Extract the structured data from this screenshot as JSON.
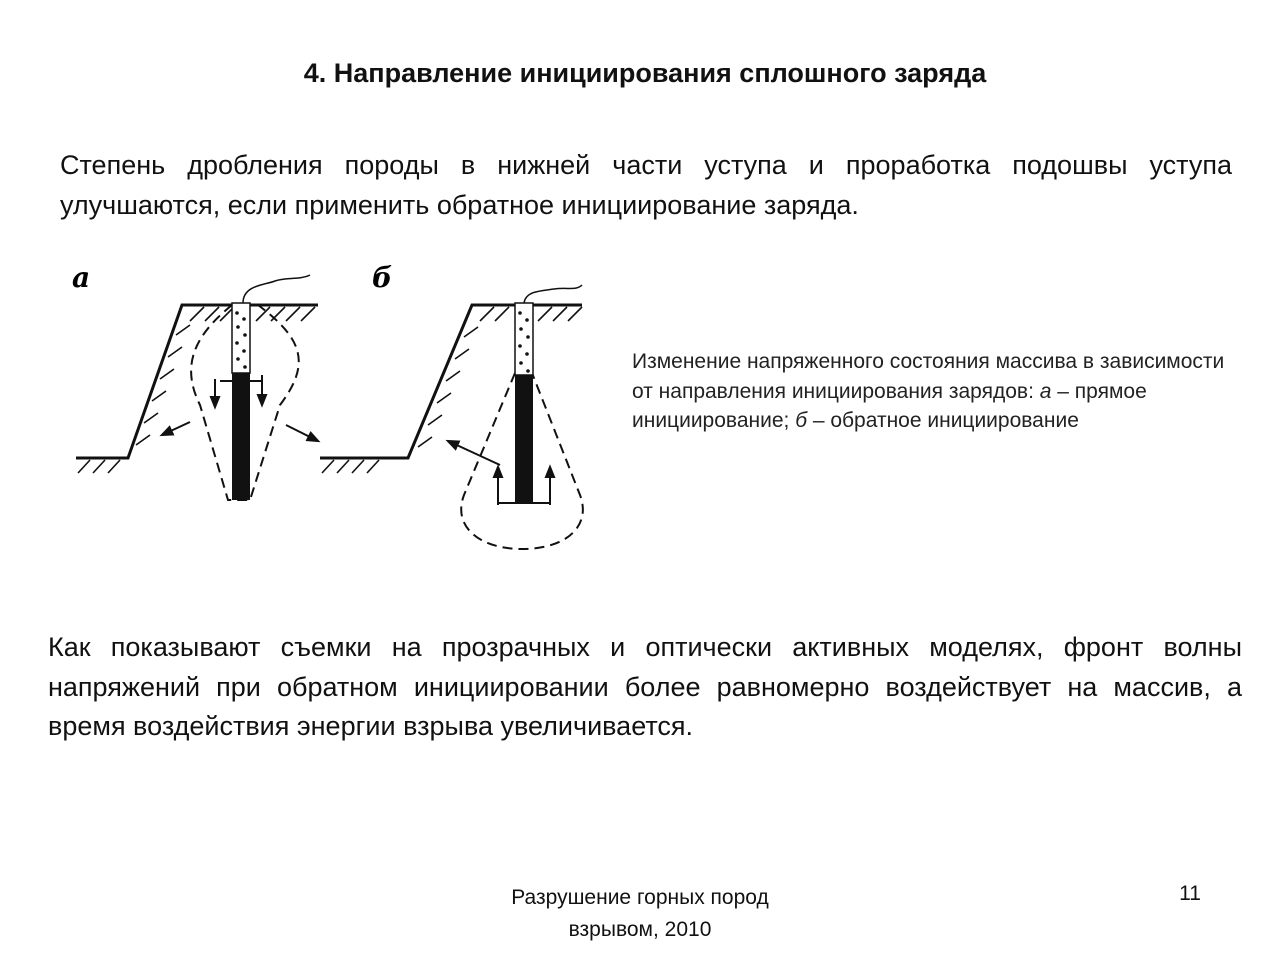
{
  "slide": {
    "title": "4. Направление инициирования сплошного заряда",
    "intro": "Степень дробления породы в нижней части уступа и проработка подошвы уступа улучшаются, если применить обратное инициирование заряда.",
    "caption": {
      "line1": "Изменение напряженного состояния массива в зависимости от направления инициирования зарядов: ",
      "a_letter": "а",
      "a_text": " – прямое инициирование; ",
      "b_letter": "б",
      "b_text": " – обратное инициирование"
    },
    "body": "Как показывают съемки на прозрачных и оптически активных моделях, фронт волны напряжений при обратном инициировании более равномерно воздействует на массив, а время воздействия энергии взрыва увеличивается.",
    "footer_line1": "Разрушение горных пород",
    "footer_line2": "взрывом, 2010",
    "page_number": "11"
  },
  "figure": {
    "label_a": "а",
    "label_b": "б"
  }
}
